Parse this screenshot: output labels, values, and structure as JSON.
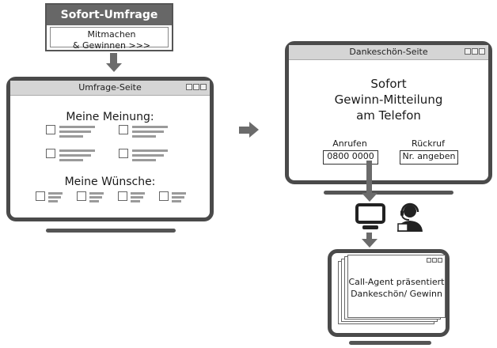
{
  "banner": {
    "title": "Sofort-Umfrage",
    "line1": "Mitmachen",
    "line2": "& Gewinnen >>>"
  },
  "survey_page": {
    "window_title": "Umfrage-Seite",
    "section_opinion": "Meine Meinung:",
    "section_wishes": "Meine Wünsche:"
  },
  "thanks_page": {
    "window_title": "Dankeschön-Seite",
    "headline_line1": "Sofort",
    "headline_line2": "Gewinn-Mitteilung",
    "headline_line3": "am Telefon",
    "call_label": "Anrufen",
    "call_number": "0800 0000",
    "callback_label": "Rückruf",
    "callback_field": "Nr. angeben"
  },
  "agent_screen": {
    "line1": "Call-Agent präsentiert",
    "line2": "Dankeschön/ Gewinn"
  },
  "icons": [
    "monitor-icon",
    "call-agent-headset-icon",
    "arrow-down-icon",
    "arrow-right-icon"
  ],
  "colors": {
    "frame": "#4a4a4a",
    "banner_head": "#676767",
    "arrow": "#6b6b6b",
    "titlebar": "#d5d5d5"
  }
}
